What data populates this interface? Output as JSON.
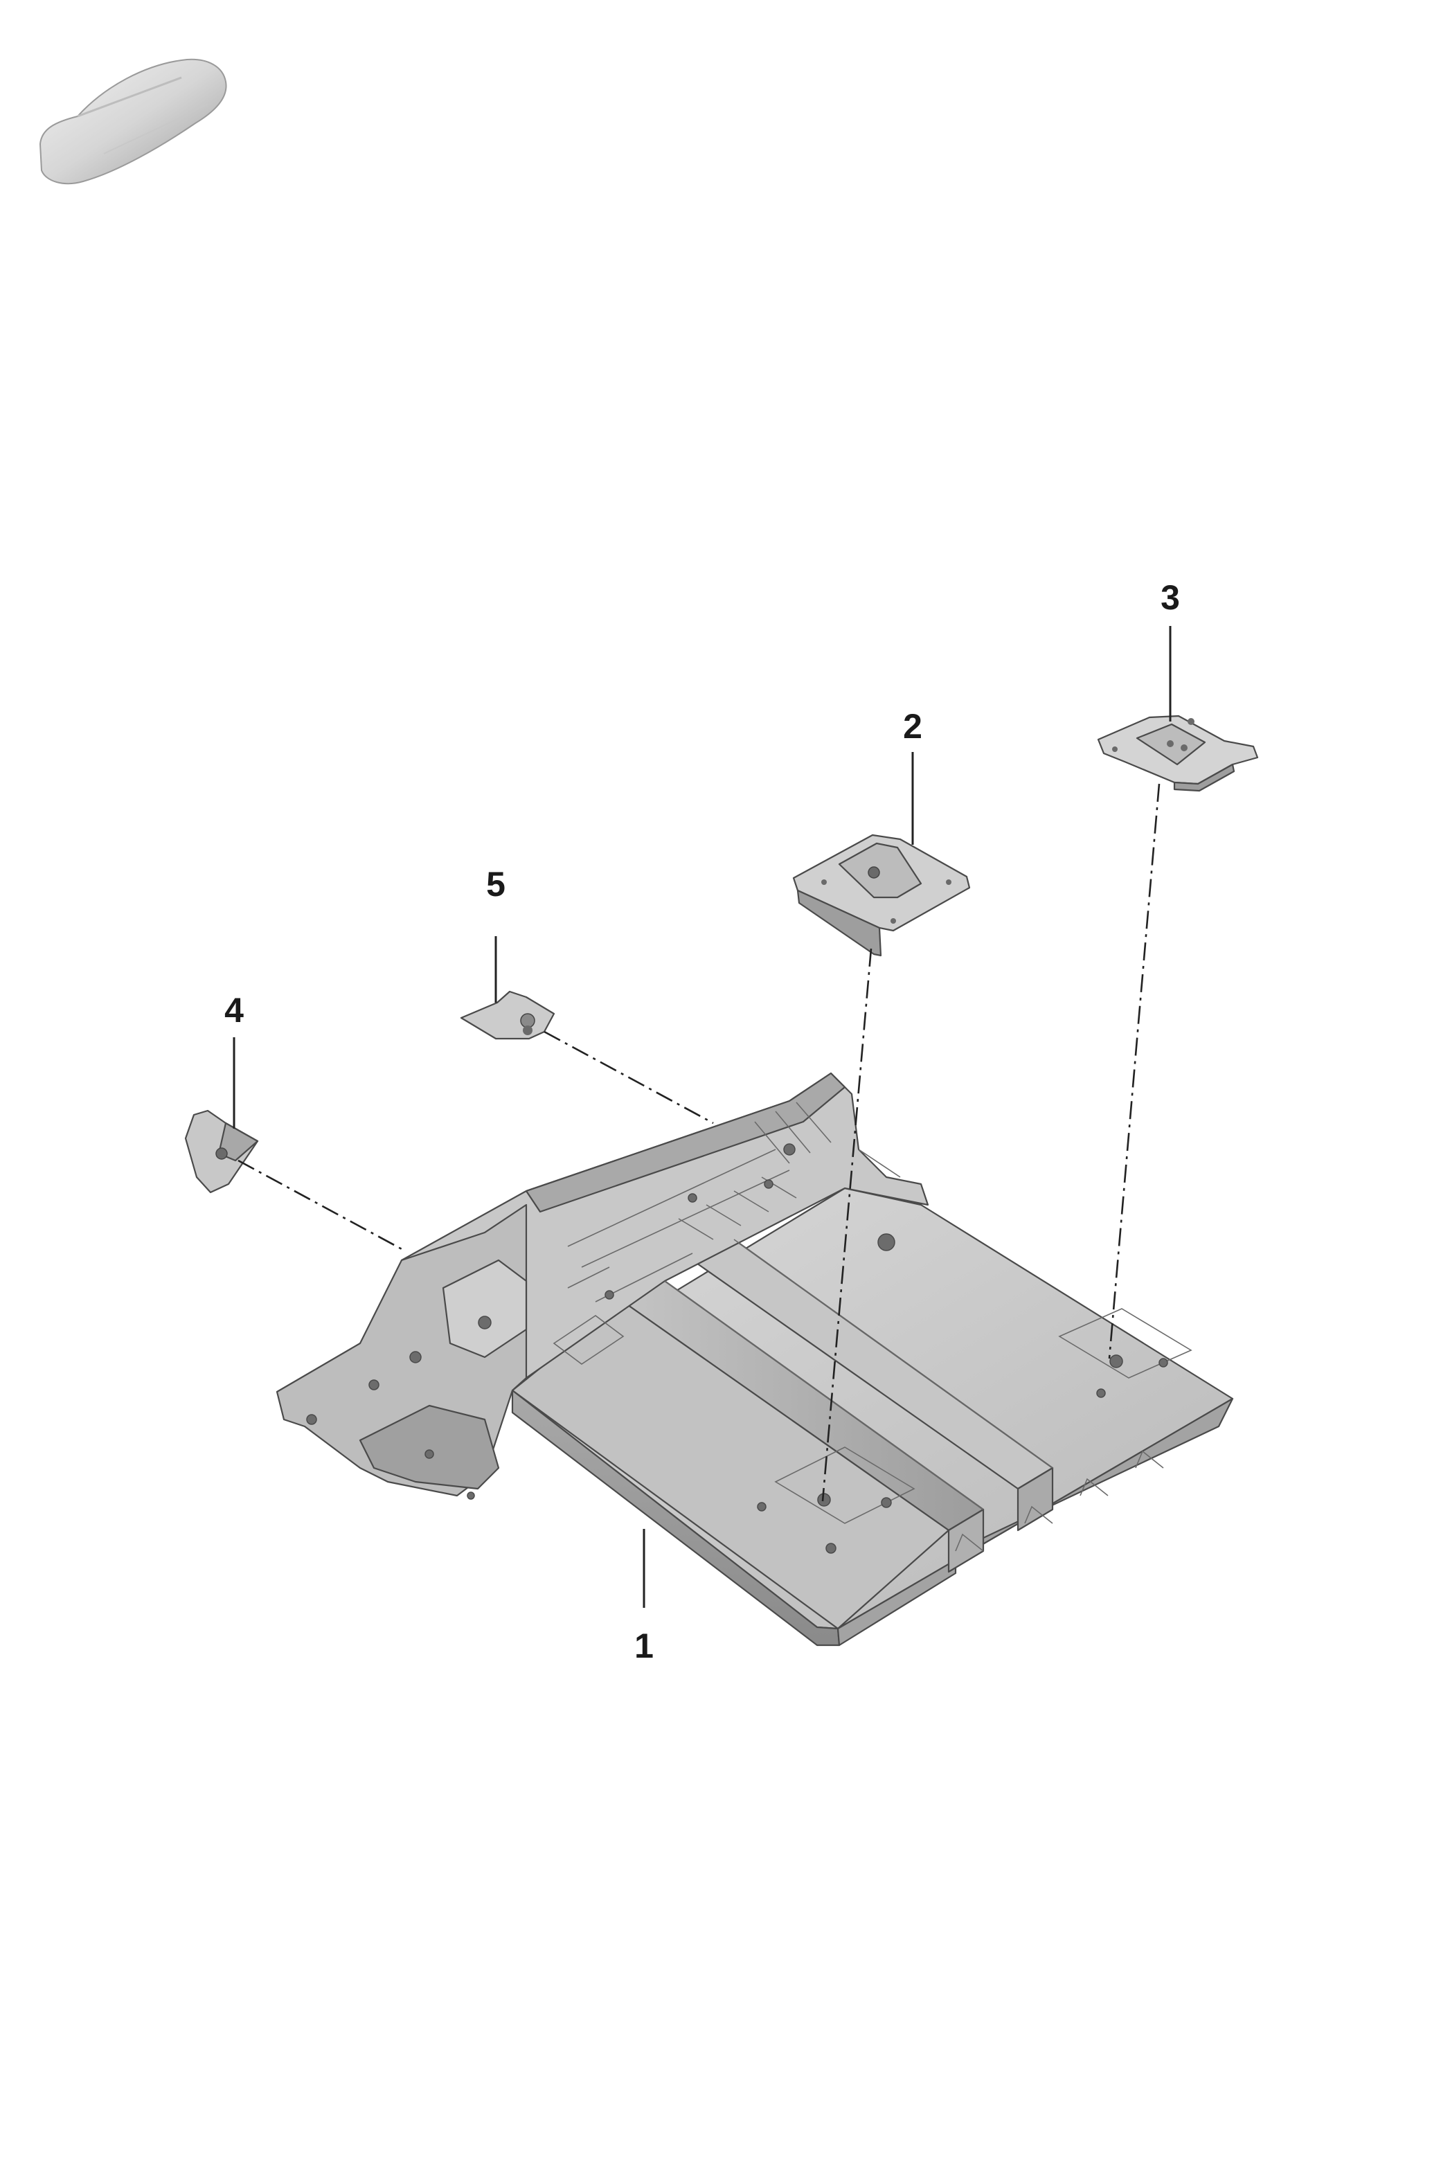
{
  "callouts": [
    {
      "id": "1",
      "label": "1"
    },
    {
      "id": "2",
      "label": "2"
    },
    {
      "id": "3",
      "label": "3"
    },
    {
      "id": "4",
      "label": "4"
    },
    {
      "id": "5",
      "label": "5"
    }
  ],
  "colors": {
    "background": "#ffffff",
    "part_light": "#d2d2d2",
    "part_mid": "#b4b4b4",
    "part_dark": "#8e8e8e",
    "line": "#222222"
  },
  "icons": {
    "vehicle": "car-silhouette-icon"
  }
}
